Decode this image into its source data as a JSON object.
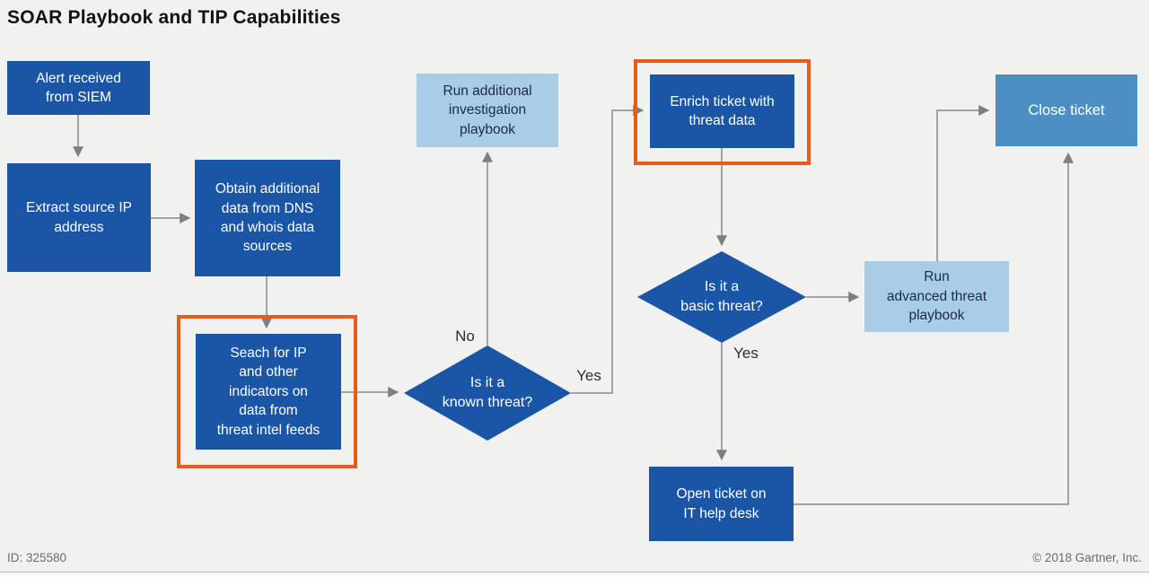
{
  "title": "SOAR Playbook and TIP Capabilities",
  "colors": {
    "background": "#f1f1ef",
    "process": "#1a56a5",
    "playbook": "#a9cce7",
    "playbook_text": "#1d2a45",
    "terminal": "#4b8fc3",
    "highlight": "#e55c1c",
    "arrow": "#8a8a8a",
    "title_text": "#121212",
    "footer_text": "#6b6b6b"
  },
  "diagram": {
    "nodes": {
      "alert": {
        "label": "Alert received\nfrom SIEM"
      },
      "extract": {
        "label": "Extract source IP\naddress"
      },
      "obtain": {
        "label": "Obtain additional\ndata from DNS\nand whois data\nsources"
      },
      "search_intel": {
        "label": "Seach for IP\nand other\nindicators on\ndata from\nthreat intel feeds"
      },
      "run_investigation": {
        "label": "Run additional\ninvestigation\nplaybook"
      },
      "known_threat": {
        "label": "Is it a\nknown threat?"
      },
      "enrich": {
        "label": "Enrich ticket with\nthreat data"
      },
      "basic_threat": {
        "label": "Is it a\nbasic threat?"
      },
      "run_advanced": {
        "label": "Run\nadvanced threat\nplaybook"
      },
      "close_ticket": {
        "label": "Close ticket"
      },
      "open_ticket": {
        "label": "Open ticket on\nIT help desk"
      }
    },
    "edge_labels": {
      "no": "No",
      "yes_known": "Yes",
      "yes_basic": "Yes"
    }
  },
  "footer": {
    "id": "ID: 325580",
    "copyright": "© 2018 Gartner, Inc."
  }
}
